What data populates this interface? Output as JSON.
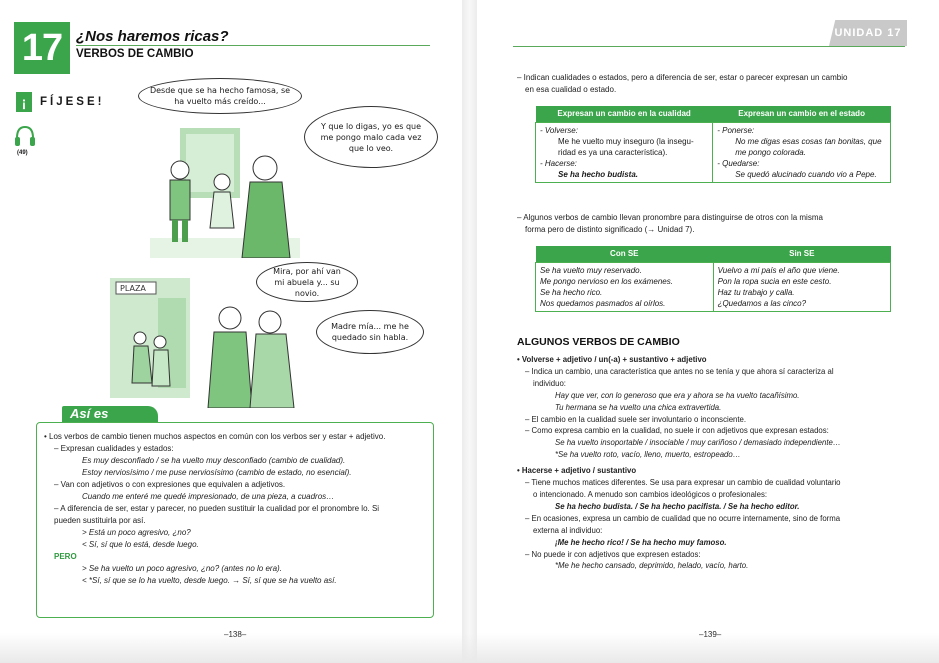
{
  "left": {
    "unit_number": "17",
    "chapter_title": "¿Nos haremos ricas?",
    "chapter_subtitle": "VERBOS DE CAMBIO",
    "fijese_mark": "¡",
    "fijese_word": "FÍJESE!",
    "track": "(49)",
    "bubbles": {
      "b1": "Desde que se ha hecho famosa, se ha vuelto más creído...",
      "b2": "Y que lo digas, yo es que me pongo malo cada vez que lo veo.",
      "b3": "Mira, por ahí van mi abuela y... su novio.",
      "b4": "Madre mía... me he quedado sin habla."
    },
    "sign_text": "PLAZA",
    "asi_es_tab": "Así es",
    "asi_es_lines": [
      "• Los verbos de cambio tienen muchos aspectos en común con los verbos ser y estar + adjetivo.",
      "– Expresan cualidades y estados:",
      "Es muy desconfiado / se ha vuelto muy desconfiado (cambio de cualidad).",
      "Estoy nerviosísimo / me puse nerviosísimo (cambio de estado, no esencial).",
      "– Van con adjetivos o con expresiones que equivalen a adjetivos.",
      "Cuando me enteré me quedé impresionado, de una pieza, a cuadros…",
      "– A diferencia de ser, estar y parecer, no pueden sustituir la cualidad por el pronombre lo. Si",
      "pueden sustituirla por así.",
      "> Está un poco agresivo, ¿no?",
      "< Sí, sí que lo está, desde luego.",
      "PERO",
      "> Se ha vuelto un poco agresivo, ¿no? (antes no lo era).",
      "< *Sí, sí que se lo ha vuelto, desde luego. → Sí, sí que se ha vuelto así."
    ],
    "page_number": "–138–"
  },
  "right": {
    "unit_tag": "UNIDAD 17",
    "intro": [
      "– Indican cualidades o estados, pero a diferencia de ser, estar o parecer expresan un cambio",
      "en esa cualidad o estado."
    ],
    "table1": {
      "headers": [
        "Expresan un cambio en la cualidad",
        "Expresan un cambio en el estado"
      ],
      "col1": [
        "- Volverse:",
        "Me he vuelto muy inseguro (la insegu-",
        "ridad es ya una característica).",
        "- Hacerse:",
        "Se ha hecho budista."
      ],
      "col2": [
        "- Ponerse:",
        "No me digas esas cosas tan bonitas, que",
        "me pongo colorada.",
        "- Quedarse:",
        "Se quedó alucinado cuando vio a Pepe."
      ]
    },
    "middle": [
      "– Algunos verbos de cambio llevan pronombre para distinguirse de otros con la misma",
      "forma pero de distinto significado (→ Unidad 7)."
    ],
    "table2": {
      "headers": [
        "Con SE",
        "Sin SE"
      ],
      "col1": [
        "Se ha vuelto muy reservado.",
        "Me pongo nervioso en los exámenes.",
        "Se ha hecho rico.",
        "Nos quedamos pasmados al oírlos."
      ],
      "col2": [
        "Vuelvo a mi país el año que viene.",
        "Pon la ropa sucia en este cesto.",
        "Haz tu trabajo y calla.",
        "¿Quedamos a las cinco?"
      ]
    },
    "section_title": "ALGUNOS VERBOS DE CAMBIO",
    "lines": [
      "• Volverse + adjetivo / un(-a) + sustantivo + adjetivo",
      "– Indica un cambio, una característica que antes no se tenía y que ahora sí caracteriza al",
      "individuo:",
      "Hay que ver, con lo generoso que era y ahora se ha vuelto tacañísimo.",
      "Tu hermana se ha vuelto una chica extravertida.",
      "– El cambio en la cualidad suele ser involuntario o inconsciente.",
      "– Como expresa cambio en la cualidad, no suele ir con adjetivos que expresan estados:",
      "Se ha vuelto insoportable / insociable / muy cariñoso / demasiado independiente…",
      "*Se ha vuelto roto, vacío, lleno, muerto, estropeado…",
      "• Hacerse + adjetivo / sustantivo",
      "– Tiene muchos matices diferentes. Se usa para expresar un cambio de cualidad voluntario",
      "o intencionado. A menudo son cambios ideológicos o profesionales:",
      "Se ha hecho budista. / Se ha hecho pacifista. / Se ha hecho editor.",
      "– En ocasiones, expresa un cambio de cualidad que no ocurre internamente, sino de forma",
      "externa al individuo:",
      "¡Me he hecho rico! / Se ha hecho muy famoso.",
      "– No puede ir con adjetivos que expresen estados:",
      "*Me he hecho cansado, deprimido, helado, vacío, harto."
    ],
    "page_number": "–139–"
  }
}
